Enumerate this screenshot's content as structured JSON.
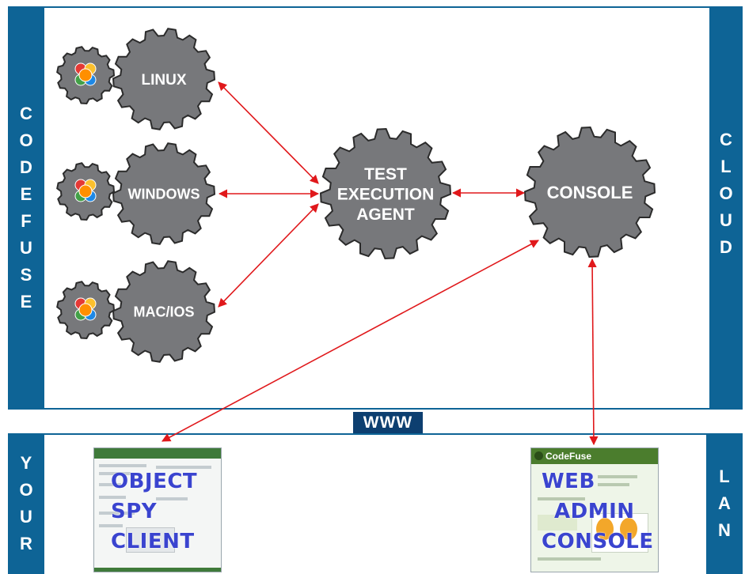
{
  "left_band": {
    "letters": [
      "C",
      "O",
      "D",
      "E",
      "F",
      "U",
      "S",
      "E"
    ]
  },
  "right_band": {
    "letters": [
      "C",
      "L",
      "O",
      "U",
      "D"
    ]
  },
  "bottom_left_band": {
    "letters": [
      "Y",
      "O",
      "U",
      "R"
    ]
  },
  "bottom_right_band": {
    "letters": [
      "L",
      "A",
      "N"
    ]
  },
  "www_label": "WWW",
  "gears": {
    "linux": "LINUX",
    "windows": "WINDOWS",
    "macios": "MAC/IOS",
    "agent": [
      "TEST",
      "EXECUTION",
      "AGENT"
    ],
    "console": "CONSOLE"
  },
  "object_spy": {
    "lines": [
      "OBJECT",
      "SPY",
      "CLIENT"
    ]
  },
  "web_admin": {
    "lines": [
      "WEB",
      "ADMIN",
      "CONSOLE"
    ],
    "logo_text": "CodeFuse"
  },
  "colors": {
    "band": "#0e6496",
    "www": "#0d3f70",
    "gear": "#77787b",
    "arrow": "#e0181b",
    "label_blue": "#3a44cf"
  }
}
